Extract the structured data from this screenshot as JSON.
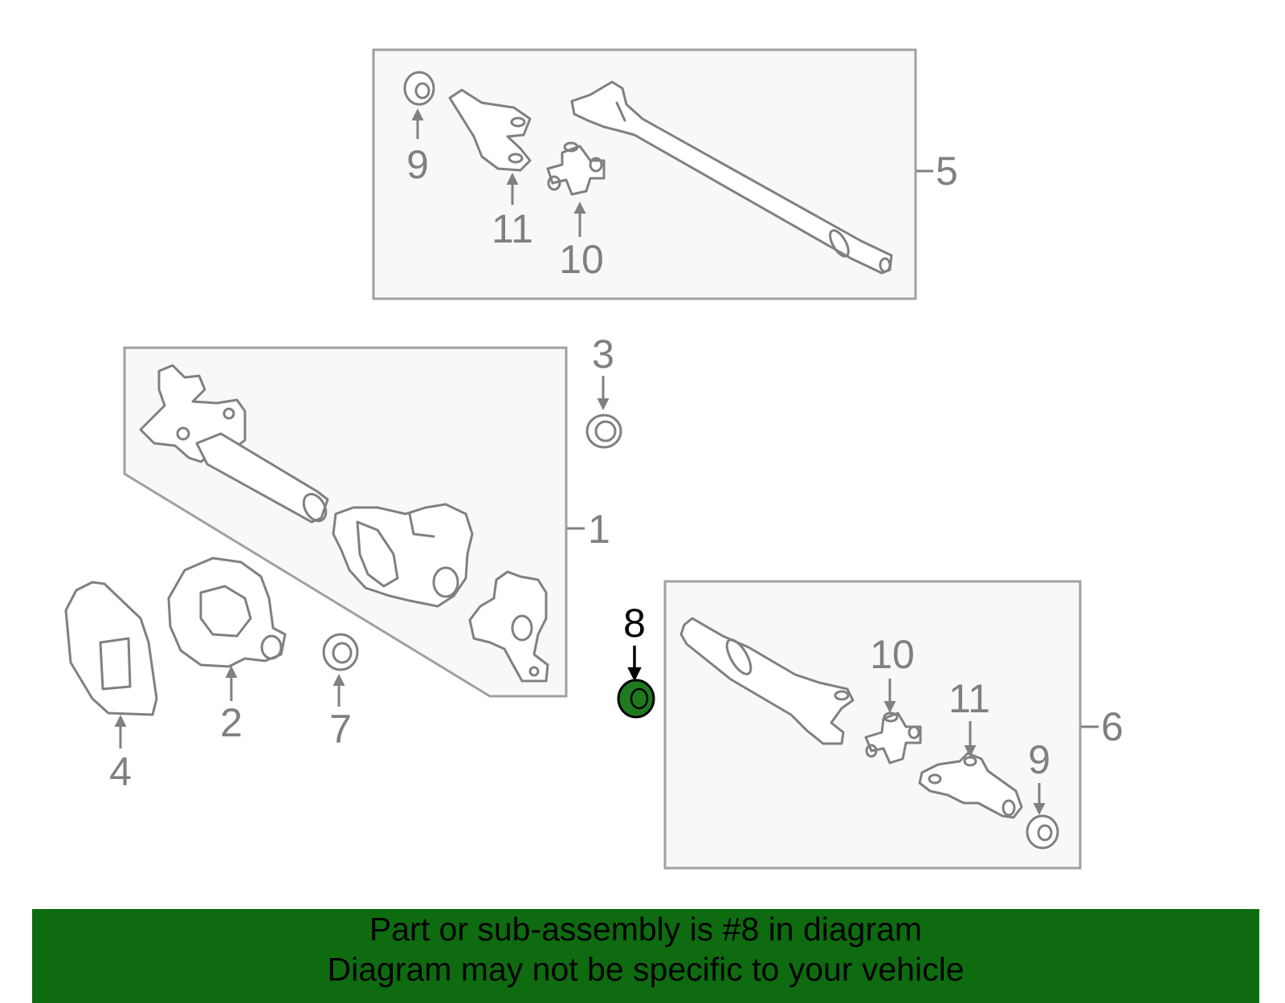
{
  "callouts": {
    "c1": "1",
    "c2": "2",
    "c3": "3",
    "c4": "4",
    "c5": "5",
    "c6": "6",
    "c7": "7",
    "c8": "8",
    "c9a": "9",
    "c9b": "9",
    "c10a": "10",
    "c10b": "10",
    "c11a": "11",
    "c11b": "11"
  },
  "highlight": {
    "part": "8",
    "color": "#1f7a1f"
  },
  "banner": {
    "line1": "Part or sub-assembly is #8 in diagram",
    "line2": "Diagram may not be specific to your vehicle",
    "color": "#0e6b10"
  }
}
